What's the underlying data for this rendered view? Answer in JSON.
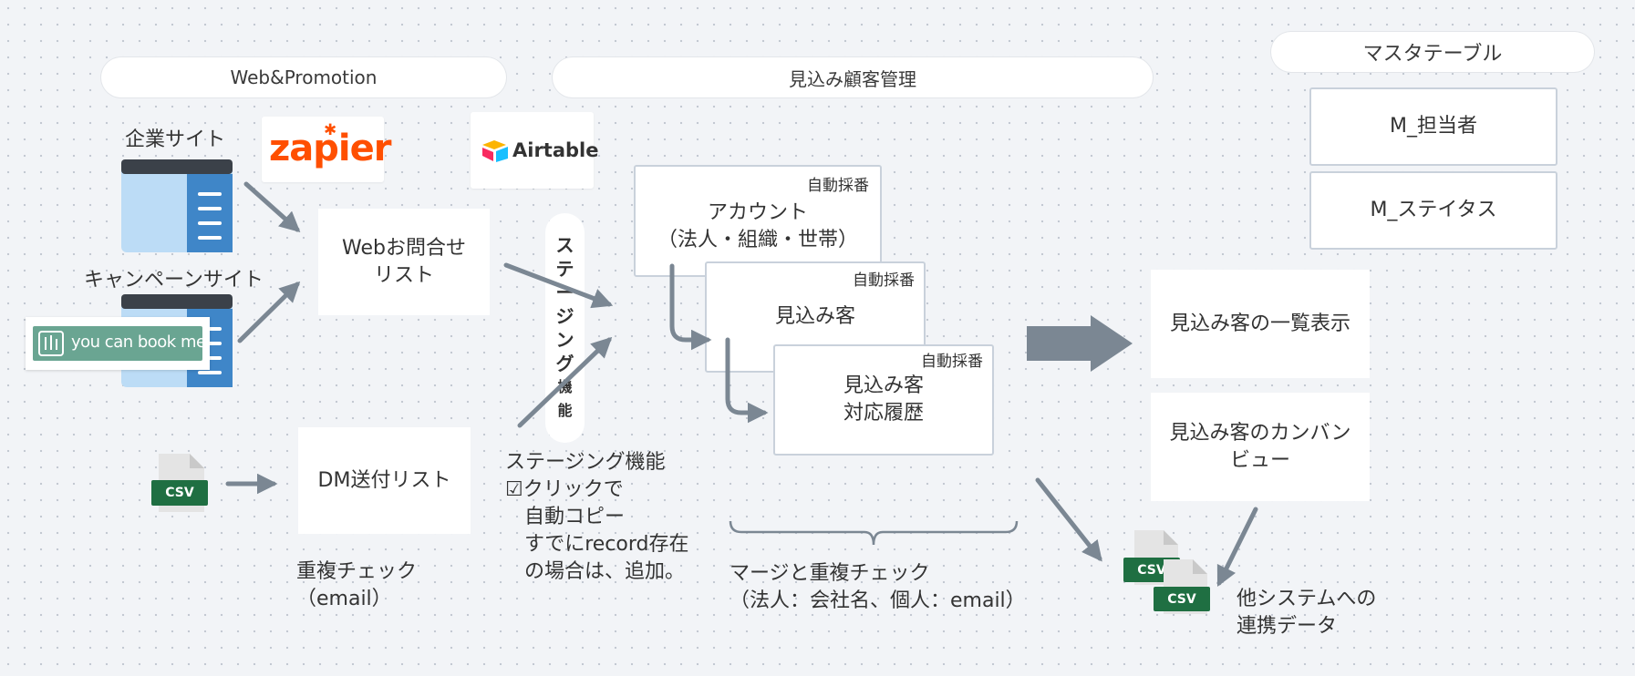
{
  "headers": {
    "web_promotion": "Web&Promotion",
    "prospect_management": "見込み顧客管理",
    "master_table": "マスタテーブル"
  },
  "sources": {
    "corporate_site": "企業サイト",
    "campaign_site": "キャンペーンサイト",
    "ycbm_logo": "you can book me",
    "csv": "CSV"
  },
  "logos": {
    "zapier": "zapier",
    "airtable": "Airtable"
  },
  "lists": {
    "web_inquiry": "Webお問合せ\nリスト",
    "dm_list": "DM送付リスト",
    "dup_check": "重複チェック\n（email）"
  },
  "staging": {
    "vertical": [
      "ス",
      "テ",
      "ー",
      "ジ",
      "ン",
      "グ",
      "機",
      "能"
    ],
    "note": "ステージング機能\n☑クリックで\n   自動コピー\n   すでにrecord存在\n   の場合は、追加。"
  },
  "tables": {
    "auto_number": "自動採番",
    "account": "アカウント\n（法人・組織・世帯）",
    "prospect": "見込み客",
    "history": "見込み客\n対応履歴",
    "merge_note": "マージと重複チェック\n（法人：会社名、個人：email）"
  },
  "masters": {
    "m_person": "M_担当者",
    "m_status": "M_ステイタス"
  },
  "views": {
    "list_view": "見込み客の一覧表示",
    "kanban_view": "見込み客のカンバン\nビュー"
  },
  "export": {
    "note": "他システムへの\n連携データ"
  },
  "colors": {
    "arrow": "#7b8793",
    "zapier": "#ff4f00",
    "csv_green": "#1f6f42",
    "site_blue": "#3f86c8",
    "site_light": "#bcdcf6",
    "ycbm_green": "#6aa592"
  }
}
